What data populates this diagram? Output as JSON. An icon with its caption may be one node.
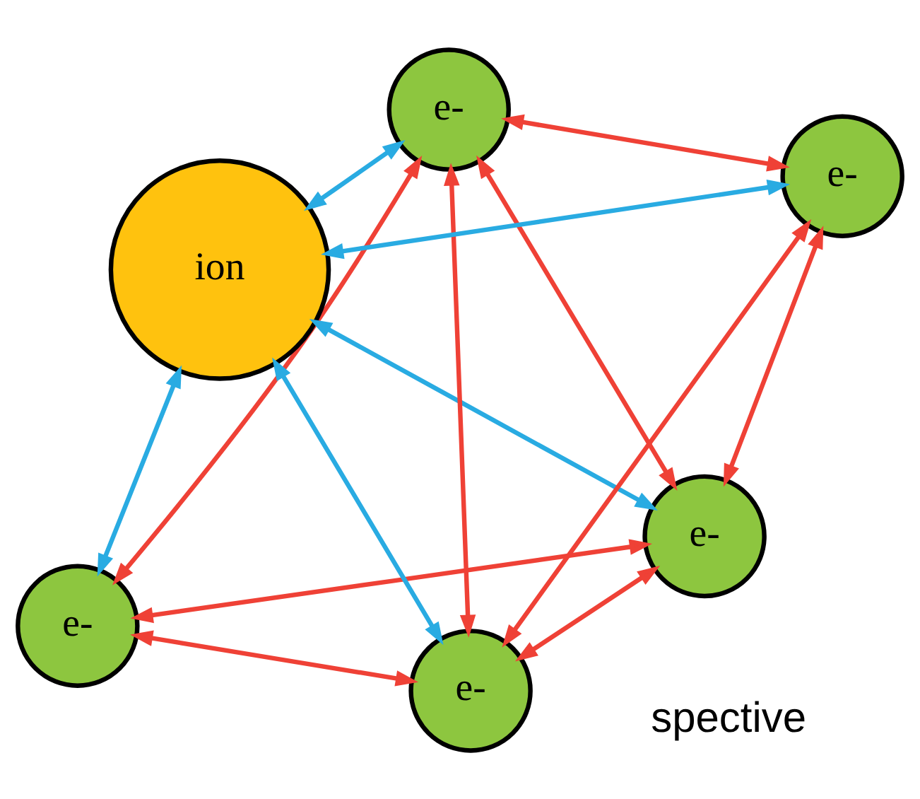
{
  "diagram": {
    "nodes": [
      {
        "text": [
          "e-"
        ]
      },
      {
        "text": [
          "e-"
        ]
      },
      {
        "text": [
          "e-"
        ]
      },
      {
        "text": [
          "e-"
        ]
      },
      {
        "text": [
          "e-"
        ]
      },
      {
        "text": [
          "ion"
        ]
      }
    ],
    "edges": [
      {
        "from": 0,
        "to": 1,
        "arrow": "both"
      },
      {
        "from": 0,
        "to": 2,
        "arrow": "both"
      },
      {
        "from": 0,
        "to": 3,
        "arrow": "both"
      },
      {
        "from": 1,
        "to": 2,
        "arrow": "both"
      },
      {
        "from": 1,
        "to": 3,
        "arrow": "both"
      },
      {
        "from": 1,
        "to": 4,
        "arrow": "both"
      },
      {
        "from": 2,
        "to": 3,
        "arrow": "both"
      },
      {
        "from": 2,
        "to": 4,
        "arrow": "both"
      },
      {
        "from": 3,
        "to": 4,
        "arrow": "both"
      },
      {
        "from": 0,
        "to": 5,
        "arrow": "both",
        "color": "#29abe2"
      },
      {
        "from": 1,
        "to": 5,
        "arrow": "both",
        "color": "#29abe2"
      },
      {
        "from": 2,
        "to": 5,
        "arrow": "both",
        "color": "#29abe2"
      },
      {
        "from": 3,
        "to": 5,
        "arrow": "both",
        "color": "#29abe2"
      },
      {
        "from": 4,
        "to": 5,
        "arrow": "both",
        "color": "#29abe2"
      }
    ],
    "labels": [
      "spective"
    ]
  }
}
